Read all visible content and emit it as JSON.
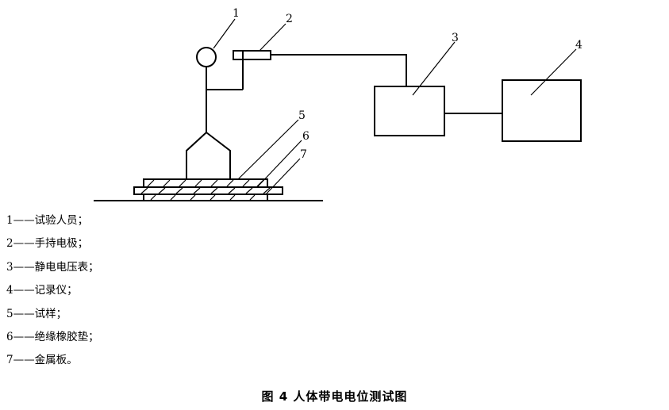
{
  "callouts": [
    "1",
    "2",
    "3",
    "4",
    "5",
    "6",
    "7"
  ],
  "legend": [
    {
      "num": "1",
      "dash": "——",
      "text": "试验人员；"
    },
    {
      "num": "2",
      "dash": "——",
      "text": "手持电极；"
    },
    {
      "num": "3",
      "dash": "——",
      "text": "静电电压表；"
    },
    {
      "num": "4",
      "dash": "——",
      "text": "记录仪；"
    },
    {
      "num": "5",
      "dash": "——",
      "text": "试样；"
    },
    {
      "num": "6",
      "dash": "——",
      "text": "绝缘橡胶垫；"
    },
    {
      "num": "7",
      "dash": "——",
      "text": "金属板。"
    }
  ],
  "caption": "图 4   人体带电电位测试图"
}
